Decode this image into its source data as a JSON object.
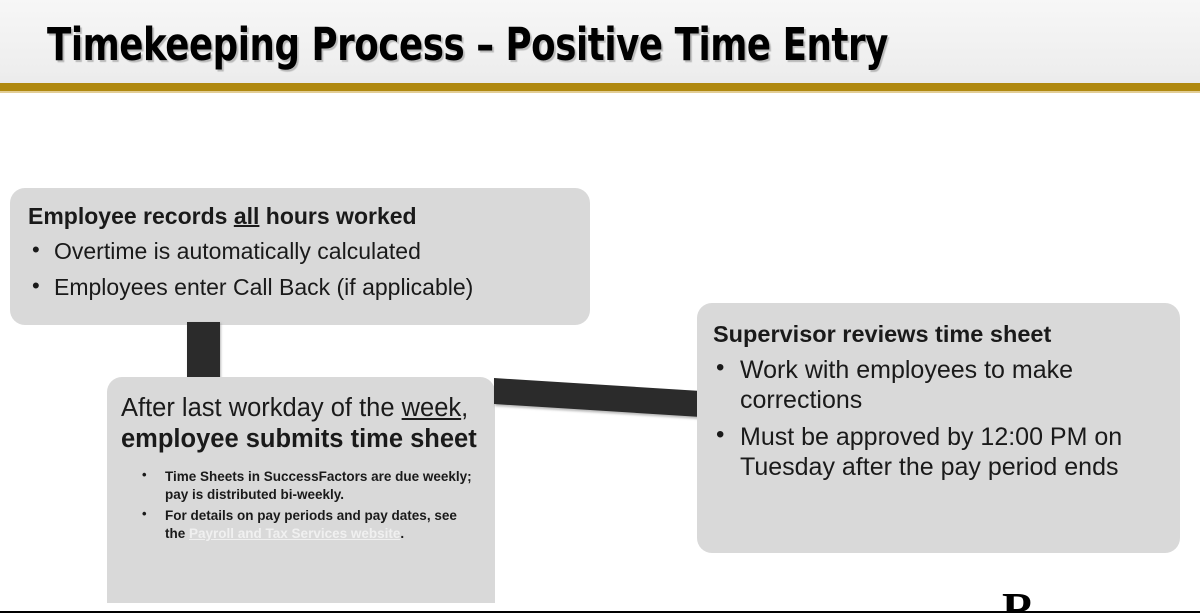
{
  "slide": {
    "title": "Timekeeping Process – Positive Time Entry",
    "accent_gold": "#b08910",
    "accent_gold_light": "#e2cd95",
    "box_fill": "#d9d9d9",
    "connector_color": "#2b2b2b",
    "header_band_color": "#f2f2f2",
    "background": "#ffffff"
  },
  "boxes": {
    "employee_records": {
      "heading_part1": "Employee records ",
      "heading_underlined": "all",
      "heading_part2": " hours worked",
      "bullets": [
        "Overtime is automatically calculated",
        "Employees enter Call Back (if applicable)"
      ]
    },
    "employee_submits": {
      "heading_part1": "After last workday of the ",
      "heading_underlined": "week",
      "heading_part2": ", ",
      "heading_bold": "employee submits time sheet",
      "sub_bullets": [
        {
          "text_before": "Time Sheets in SuccessFactors are due weekly; pay is distributed bi-weekly.",
          "link_text": "",
          "text_after": ""
        },
        {
          "text_before": "For details on pay periods and pay dates, see the ",
          "link_text": "Payroll and Tax Services website",
          "text_after": "."
        }
      ]
    },
    "supervisor_reviews": {
      "heading": "Supervisor reviews time sheet",
      "bullets": [
        "Work with employees to make corrections",
        "Must be approved by 12:00 PM on Tuesday after the pay period ends"
      ]
    }
  },
  "footer": {
    "logo_glyph": "R"
  }
}
